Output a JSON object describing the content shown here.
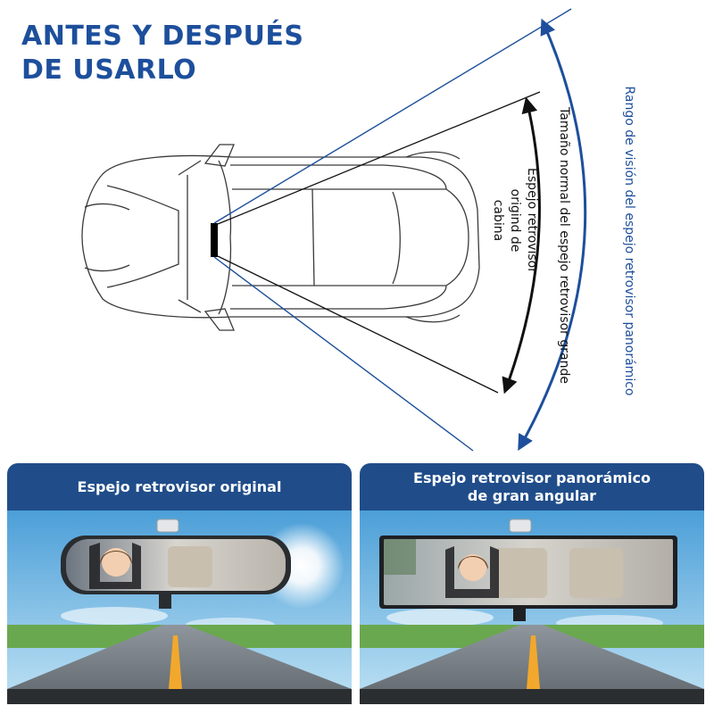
{
  "title": {
    "line1": "ANTES Y DESPUÉS",
    "line2": "DE USARLO"
  },
  "labels": {
    "panoramic_range": "Rango de visión del espejo retrovisor panorámico",
    "normal_size": "Tamaño normal del espejo retrovisor grande",
    "original_lines": [
      "Espejo retrovisor",
      "origind de",
      "cabina"
    ]
  },
  "panels": {
    "left": {
      "title": "Espejo retrovisor original"
    },
    "right": {
      "title_line1": "Espejo retrovisor panorámico",
      "title_line2": "de gran angular"
    }
  },
  "colors": {
    "brand_blue": "#1d4f9c",
    "header_blue": "#204d8a",
    "outline": "#3a3a3a"
  }
}
